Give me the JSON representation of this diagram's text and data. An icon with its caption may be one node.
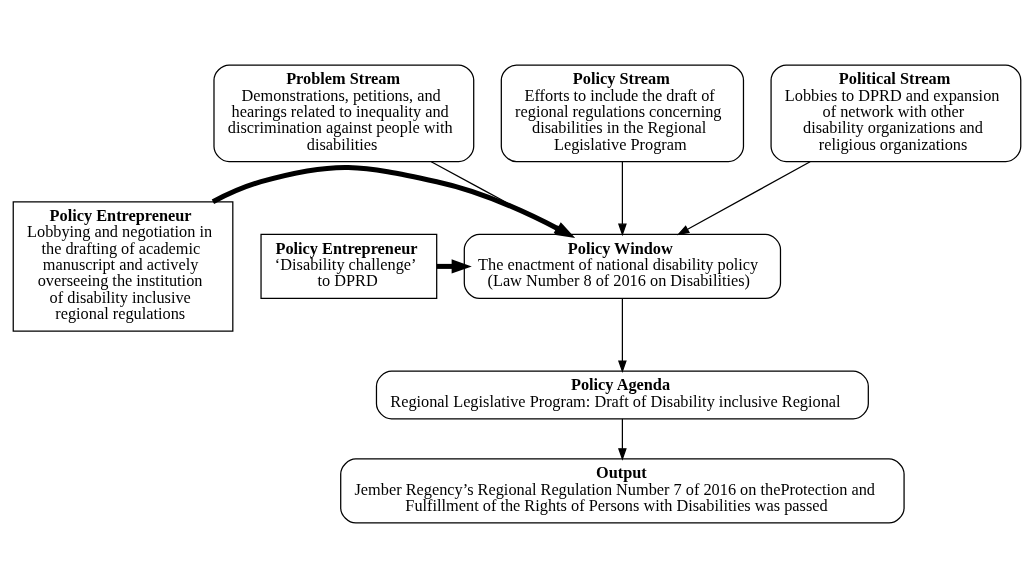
{
  "diagram": {
    "nodes": [
      {
        "text": [
          "Problem Stream",
          "Demonstrations, petitions, and hearings related to inequality and discrimination against people with disabilities"
        ]
      },
      {
        "text": [
          "Policy Stream",
          "Efforts to include the draft of regional regulations concerning disabilities in the Regional Legislative Program"
        ]
      },
      {
        "text": [
          "Political Stream",
          "Lobbies to DPRD and expansion of network with other disability organizations and religious organizations"
        ]
      },
      {
        "text": [
          "Policy Entrepreneur",
          "Lobbying and negotiation in the drafting of academic manuscript and actively overseeing the institution of disability inclusive regional regulations"
        ]
      },
      {
        "text": [
          "Policy Window",
          "The enactment of national disability policy (Law Number 8 of 2016 on Disabilities)"
        ]
      },
      {
        "text": [
          "Policy Entrepreneur",
          "‘Disability challenge’ to DPRD"
        ]
      },
      {
        "text": [
          "Policy Agenda",
          "Regional Legislative Program: Draft of Disability inclusive Regional"
        ]
      },
      {
        "text": [
          "Output",
          "Jember Regency’s Regional Regulation Number 7 of 2016 on theProtection and Fulfillment of the Rights of Persons with Disabilities was passed"
        ]
      }
    ],
    "edges": [
      {
        "from": 0,
        "to": 4,
        "arrow": "to"
      },
      {
        "from": 1,
        "to": 4,
        "arrow": "to"
      },
      {
        "from": 2,
        "to": 4,
        "arrow": "to"
      },
      {
        "from": 3,
        "to": 4,
        "arrow": "to",
        "style": "thick"
      },
      {
        "from": 5,
        "to": 4,
        "arrow": "to",
        "style": "thick"
      },
      {
        "from": 4,
        "to": 6,
        "arrow": "to"
      },
      {
        "from": 6,
        "to": 7,
        "arrow": "to"
      }
    ]
  }
}
